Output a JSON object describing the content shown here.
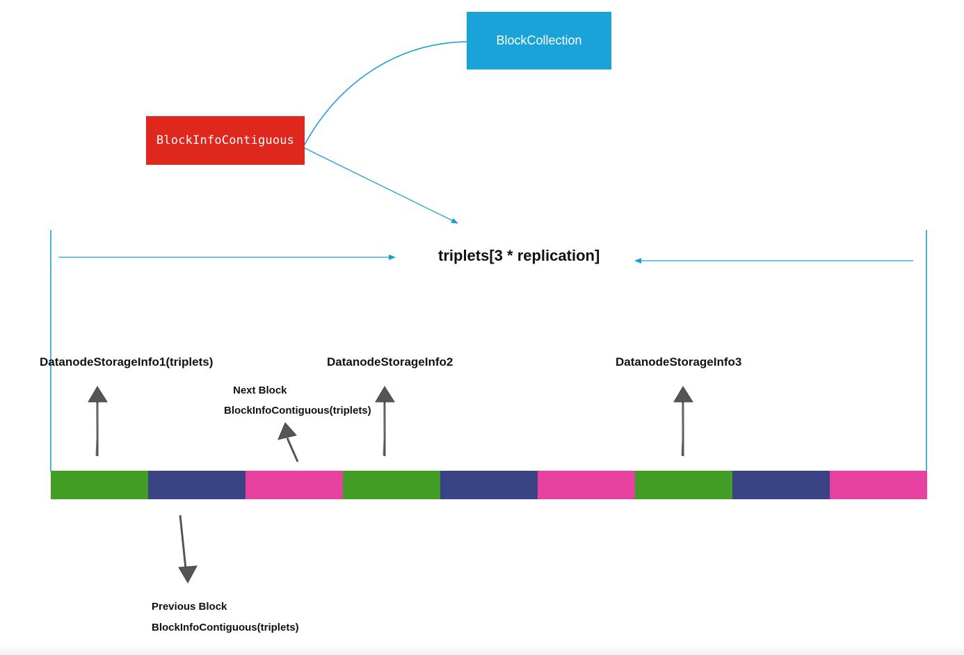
{
  "nodes": {
    "block_collection": "BlockCollection",
    "block_info_contiguous": "BlockInfoContiguous"
  },
  "triplets_title": "triplets[3 * replication]",
  "datanode_labels": [
    "DatanodeStorageInfo1(triplets)",
    "DatanodeStorageInfo2",
    "DatanodeStorageInfo3"
  ],
  "next_block": {
    "title": "Next Block",
    "subtitle": "BlockInfoContiguous(triplets)"
  },
  "previous_block": {
    "title": "Previous Block",
    "subtitle": "BlockInfoContiguous(triplets)"
  },
  "triplet_cells": [
    {
      "role": "storage",
      "color": "#419d24"
    },
    {
      "role": "previous",
      "color": "#3a4384"
    },
    {
      "role": "next",
      "color": "#e842a0"
    },
    {
      "role": "storage",
      "color": "#419d24"
    },
    {
      "role": "previous",
      "color": "#3a4384"
    },
    {
      "role": "next",
      "color": "#e842a0"
    },
    {
      "role": "storage",
      "color": "#419d24"
    },
    {
      "role": "previous",
      "color": "#3a4384"
    },
    {
      "role": "next",
      "color": "#e842a0"
    }
  ],
  "colors": {
    "connector": "#1a9fd4",
    "sketch_arrow": "#555555"
  }
}
